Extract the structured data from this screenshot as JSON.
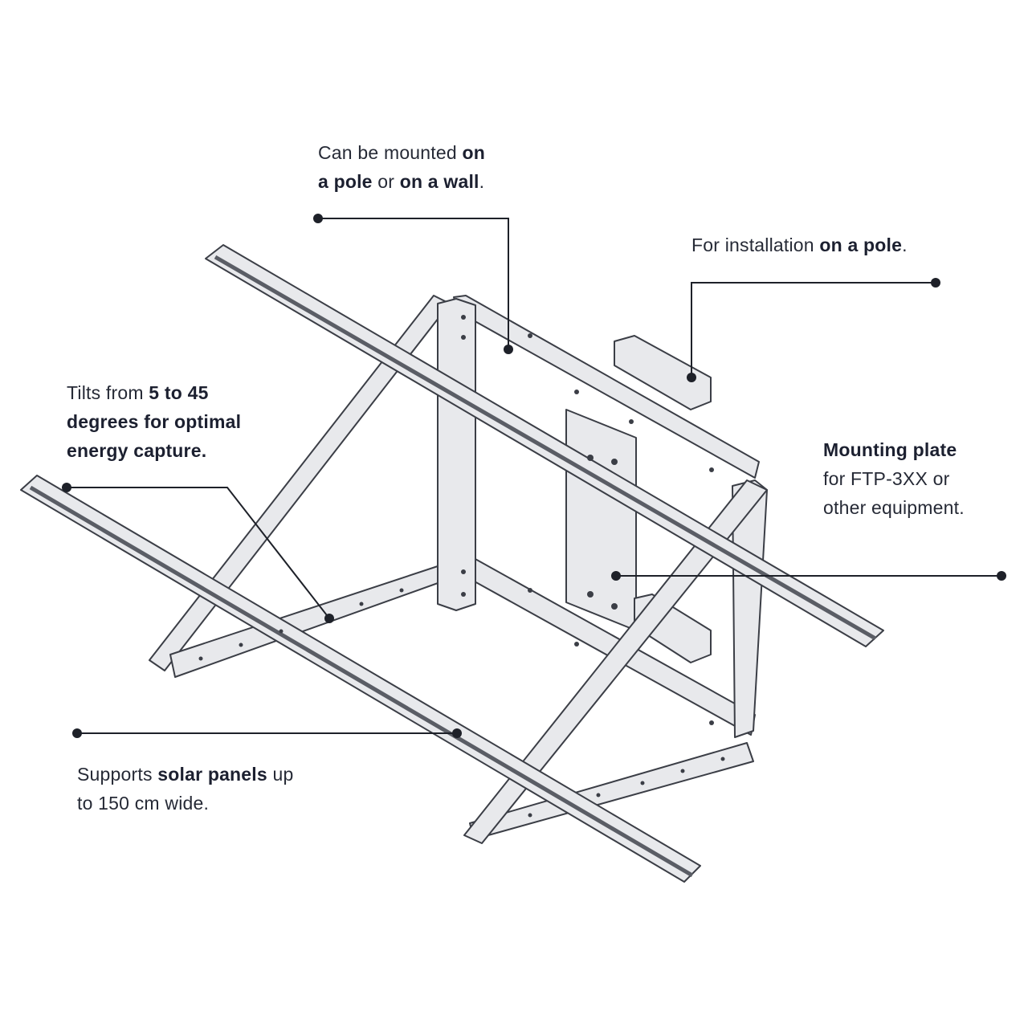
{
  "colors": {
    "text": "#262a36",
    "line": "#1e2129",
    "metal": "#e8e9ec",
    "outline": "#3b3e46"
  },
  "callouts": {
    "mount": {
      "l1a": "Can be mounted ",
      "l1b": "on",
      "l2a": "a pole",
      "l2b": " or ",
      "l2c": "on a wall",
      "l2d": "."
    },
    "pole": {
      "a": "For installation ",
      "b": "on a pole",
      "c": "."
    },
    "tilt": {
      "l1a": "Tilts from ",
      "l1b": "5 to 45",
      "l2": "degrees for optimal",
      "l3": "energy capture."
    },
    "plate": {
      "l1": "Mounting plate",
      "l2": "for FTP-3XX or",
      "l3": "other equipment."
    },
    "panels": {
      "l1a": "Supports ",
      "l1b": "solar panels",
      "l1c": " up",
      "l2": "to 150 cm wide."
    }
  }
}
